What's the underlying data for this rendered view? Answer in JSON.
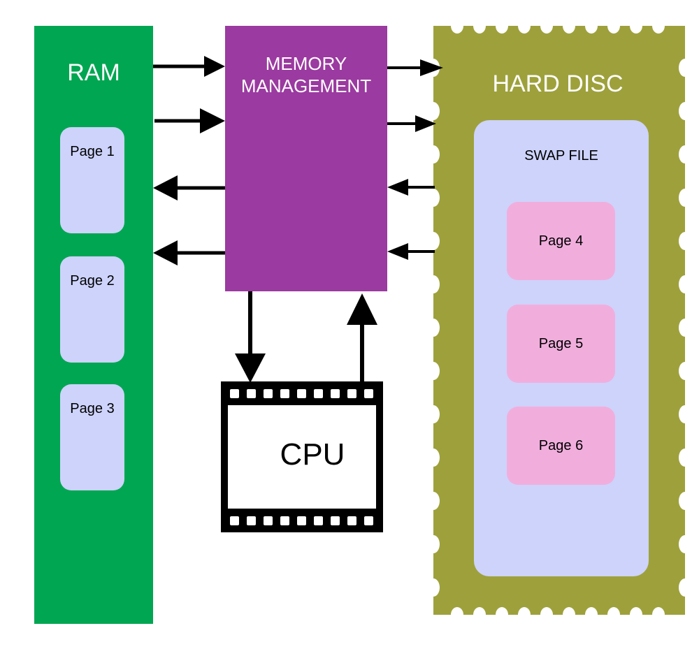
{
  "colors": {
    "ram": "#00a651",
    "memory_management": "#9b3aa0",
    "hard_disc": "#9ea13b",
    "page_box": "#cdd3fb",
    "swap_page": "#f1aedd",
    "arrow": "#000000"
  },
  "ram": {
    "title": "RAM",
    "pages": [
      "Page 1",
      "Page 2",
      "Page 3"
    ]
  },
  "memory_management": {
    "title_line1": "MEMORY",
    "title_line2": "MANAGEMENT"
  },
  "cpu": {
    "label": "CPU"
  },
  "hard_disc": {
    "title": "HARD DISC",
    "swap_file": {
      "title": "SWAP FILE",
      "pages": [
        "Page 4",
        "Page 5",
        "Page 6"
      ]
    }
  }
}
